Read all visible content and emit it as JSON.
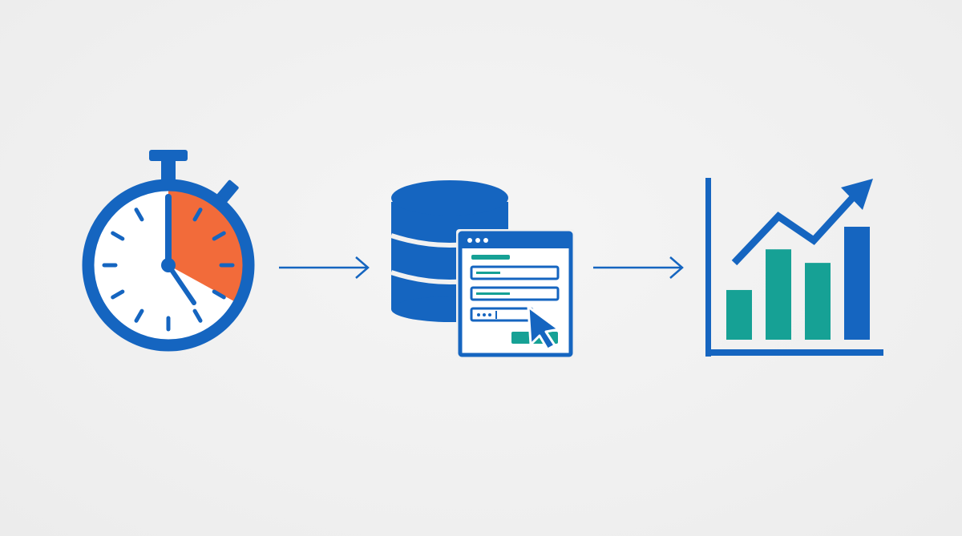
{
  "colors": {
    "background": "#f1f1f1",
    "primary_blue": "#1565c0",
    "accent_orange": "#f26b3a",
    "accent_teal": "#16a195",
    "white": "#ffffff"
  },
  "flow": {
    "steps": [
      {
        "icon": "stopwatch-icon"
      },
      {
        "icon": "database-form-icon"
      },
      {
        "icon": "growth-chart-icon"
      }
    ],
    "connectors": [
      {
        "icon": "arrow-right-icon"
      },
      {
        "icon": "arrow-right-icon"
      }
    ]
  },
  "stopwatch": {
    "elapsed_fraction": 0.33
  },
  "growth_chart": {
    "bar_levels": [
      0.33,
      0.6,
      0.51,
      0.75
    ],
    "bar_colors": [
      "#16a195",
      "#16a195",
      "#16a195",
      "#1565c0"
    ]
  }
}
